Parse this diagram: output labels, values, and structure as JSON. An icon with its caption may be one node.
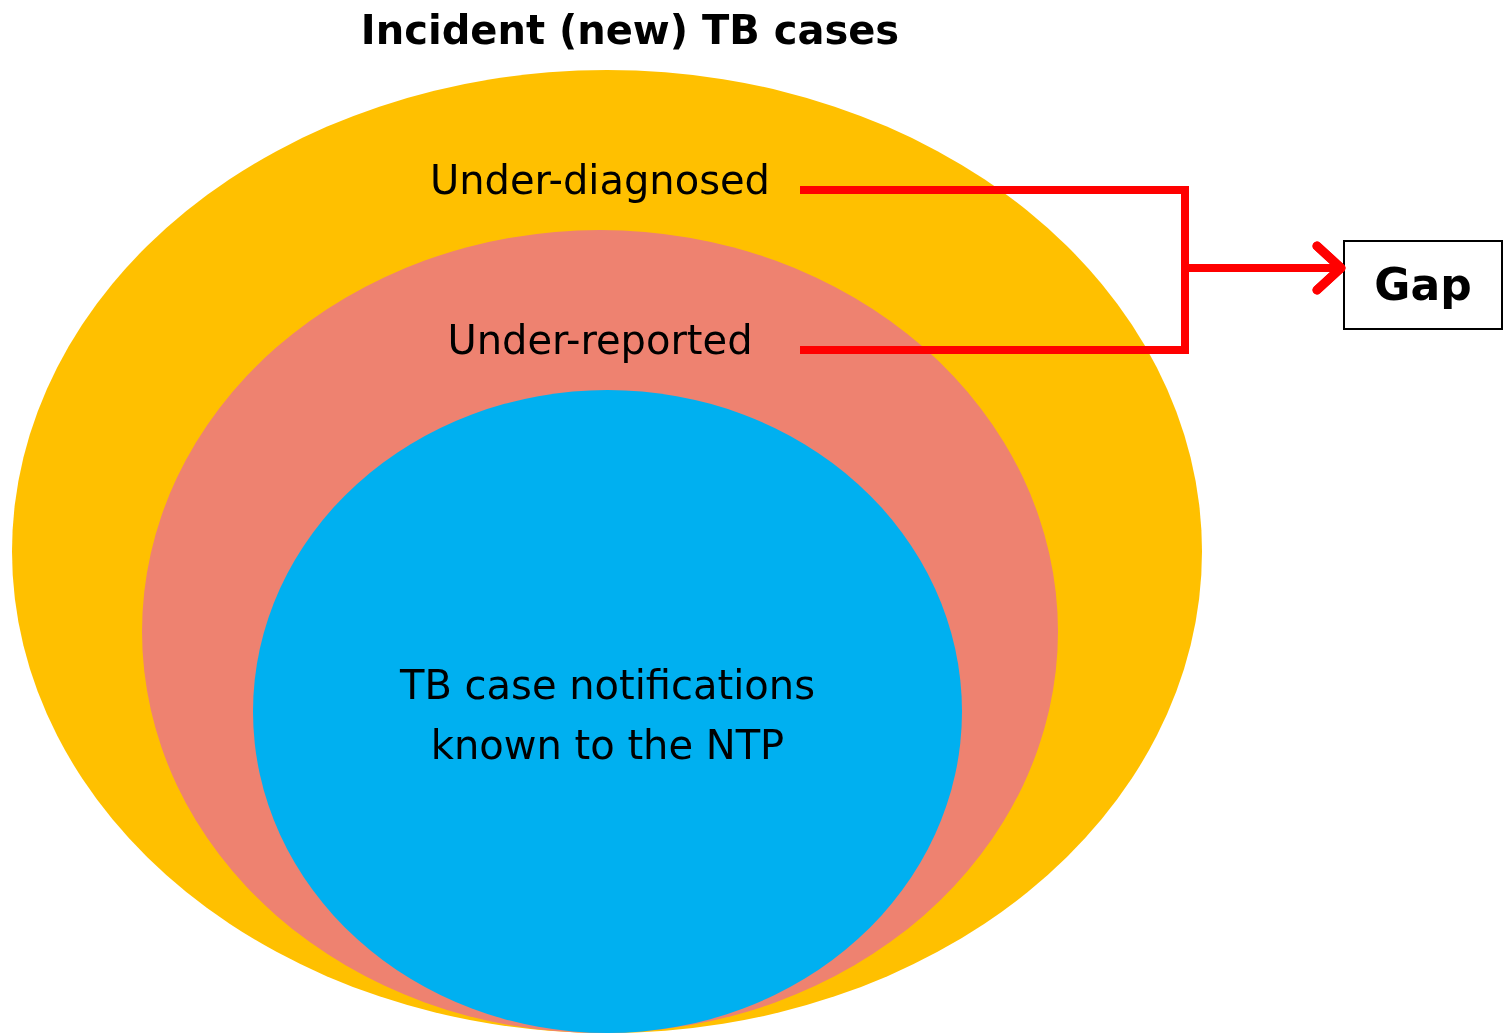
{
  "diagram": {
    "nodes": [
      {
        "text": [
          "Incident (new) TB cases",
          "Under-diagnosed"
        ]
      },
      {
        "text": [
          "Under-reported"
        ],
        "in": 0
      },
      {
        "text": [
          "TB case notifications known to the NTP"
        ],
        "in": 1
      },
      {
        "text": [
          "Gap"
        ]
      }
    ],
    "edges": [
      {
        "from": 0,
        "to": 3,
        "arrow": "to"
      },
      {
        "from": 1,
        "to": 3,
        "arrow": "to"
      }
    ]
  }
}
